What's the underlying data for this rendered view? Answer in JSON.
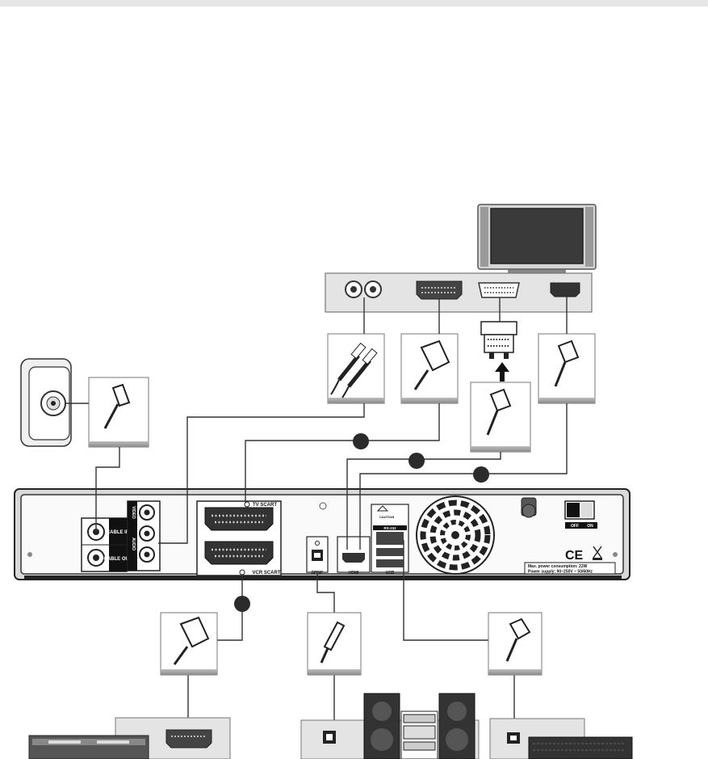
{
  "receiver": {
    "tv_scart_label": "TV SCART",
    "vcr_scart_label": "VCR SCART",
    "spdif_label": "SPDIF",
    "hdmi_label": "HDMI",
    "rs232_label": "RS-232",
    "usb_label": "USB",
    "cable_in_label": "CABLE IN",
    "cable_out_label": "CABLE OUT",
    "video_label": "VIDEO",
    "audio_label": "AUDIO",
    "power_off_label": "OFF",
    "power_on_label": "ON",
    "caution_label": "CAUTION",
    "ce_mark": "CE",
    "power_consumption": "Max. power consumption: 22W",
    "power_supply": "Power supply: 90~250V ~ 50/60Hz"
  },
  "colors": {
    "cable_line": "#333333",
    "panel_fill": "#e4e4e4",
    "badge_fill": "#2b2b2b",
    "receiver_body": "#3a3a3a"
  },
  "icons": [
    "wall-antenna-socket-icon",
    "coax-plug-icon",
    "rca-plug-icon",
    "scart-plug-icon",
    "dvi-plug-icon",
    "hdmi-plug-icon",
    "optical-plug-icon",
    "rj11-plug-icon",
    "tv-icon",
    "dvd-recorder-icon",
    "hifi-speakers-icon",
    "modem-icon",
    "fan-grille-icon"
  ]
}
